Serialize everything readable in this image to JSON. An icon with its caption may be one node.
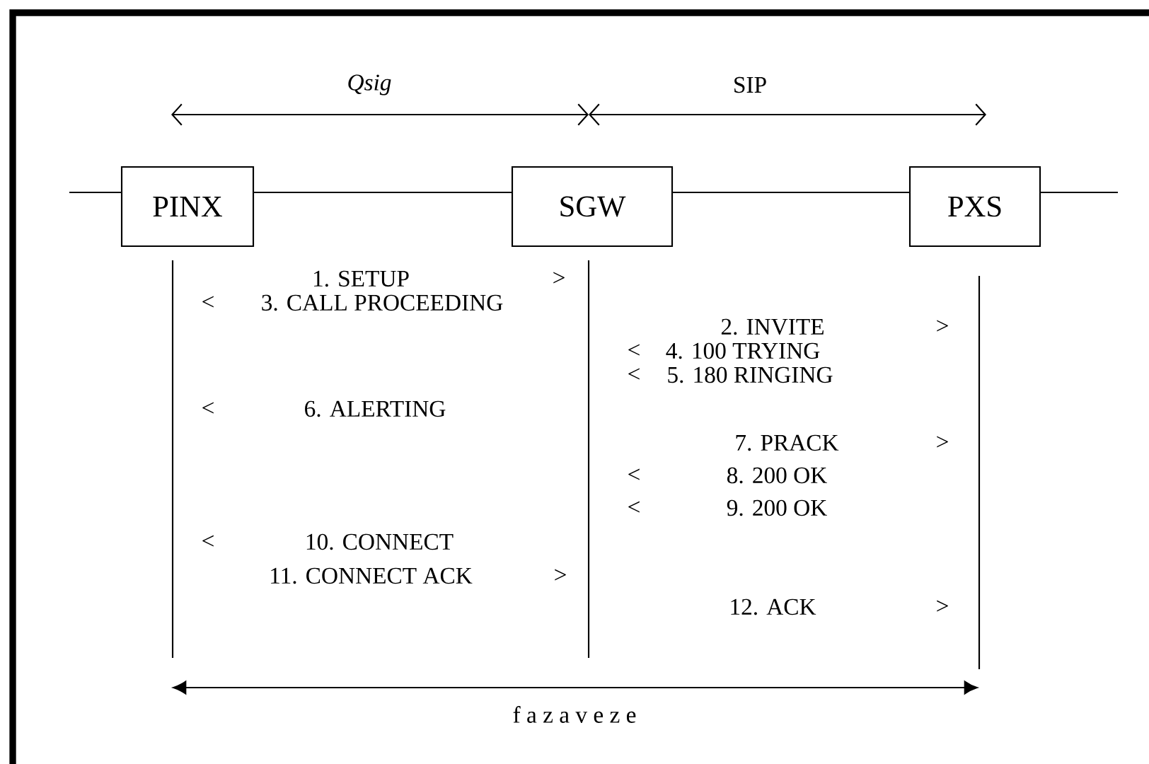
{
  "diagram": {
    "nodes": [
      {
        "text": [
          "PINX"
        ]
      },
      {
        "text": [
          "SGW"
        ]
      },
      {
        "text": [
          "PXS"
        ]
      }
    ],
    "edges": [
      {
        "from": null,
        "to": 0,
        "arrow": "none"
      },
      {
        "from": 0,
        "to": 1,
        "arrow": "none"
      },
      {
        "from": 1,
        "to": 2,
        "arrow": "none"
      },
      {
        "from": 2,
        "to": null,
        "arrow": "none"
      }
    ],
    "labels": [
      "Qsig",
      "SIP",
      "1. SETUP",
      ">",
      "<",
      "3. CALL PROCEEDING",
      "2. INVITE",
      ">",
      "<",
      "4. 100 TRYING",
      "<",
      "5. 180 RINGING",
      "<",
      "6. ALERTING",
      "7. PRACK",
      ">",
      "<",
      "8. 200 OK",
      "<",
      "9. 200 OK",
      "<",
      "10. CONNECT",
      "11. CONNECT ACK",
      ">",
      "12. ACK",
      ">",
      "f a z a v e z e"
    ]
  }
}
